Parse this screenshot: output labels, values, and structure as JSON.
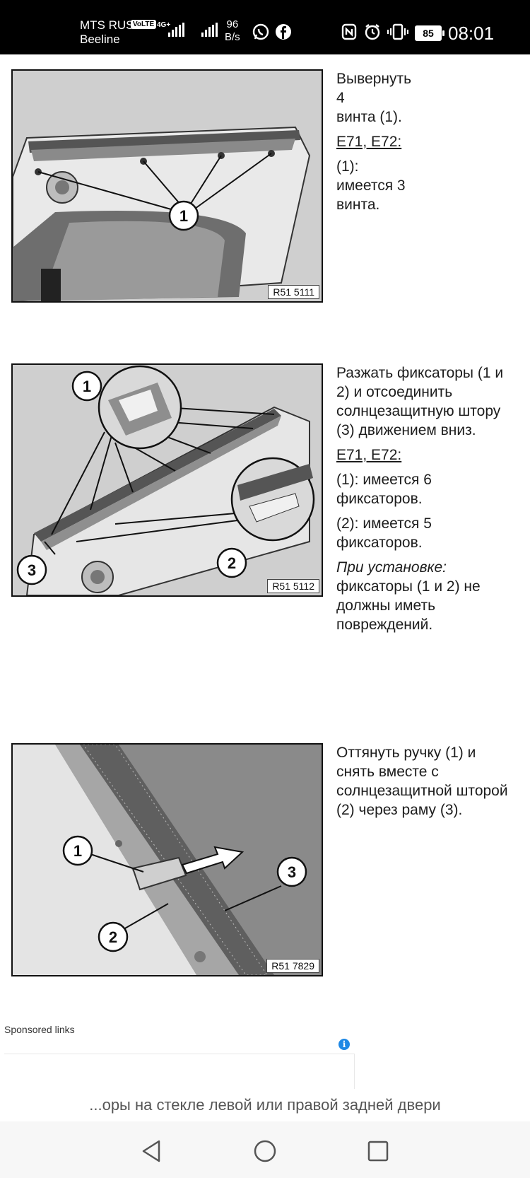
{
  "status": {
    "carrier1": "MTS RUS",
    "carrier2": "Beeline",
    "volte": "VoLTE",
    "network": "4G+",
    "speed_value": "96",
    "speed_unit": "B/s",
    "battery": "85",
    "time": "08:01"
  },
  "steps": [
    {
      "figure_code": "R51 5111",
      "text": [
        "Вывернуть",
        "4",
        "винта (1)."
      ],
      "model": "E71, E72:",
      "note": [
        "(1):",
        "имеется 3",
        "винта."
      ]
    },
    {
      "figure_code": "R51 5112",
      "text": "Разжать фиксаторы (1 и 2) и отсоединить солнцезащитную штору (3) движением вниз.",
      "model": "E71, E72:",
      "note1": "(1): имеется 6 фиксаторов.",
      "note2": "(2): имеется 5 фиксаторов.",
      "install_label": "При установке:",
      "install_text": "фиксаторы (1 и 2) не должны иметь повреждений."
    },
    {
      "figure_code": "R51 7829",
      "text": "Оттянуть ручку (1) и снять вместе с солнцезащитной шторой (2) через раму (3)."
    }
  ],
  "callouts": [
    "1",
    "2",
    "3"
  ],
  "ad": {
    "label": "Sponsored links",
    "info_icon": "info-icon"
  },
  "next_link": "...оры на стекле левой или правой задней двери",
  "nav": {
    "back": "back-icon",
    "home": "home-icon",
    "recents": "recents-icon"
  }
}
